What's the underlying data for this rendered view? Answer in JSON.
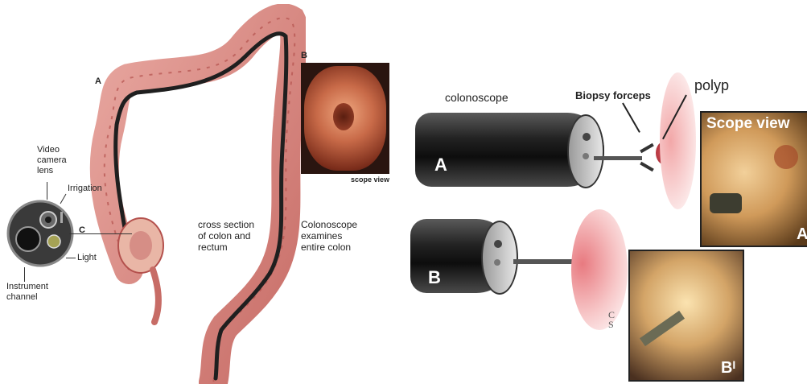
{
  "left_figure": {
    "label_a": "A",
    "label_b": "B",
    "label_c": "C",
    "inset_caption": "scope view",
    "video_camera_lens": [
      "Video",
      "camera",
      "lens"
    ],
    "irrigation": "Irrigation",
    "light": "Light",
    "instrument_channel": [
      "Instrument",
      "channel"
    ],
    "cross_section": [
      "cross section",
      "of colon and",
      "rectum"
    ],
    "colonoscope_examines": [
      "Colonoscope",
      "examines",
      "entire colon"
    ]
  },
  "right_figure": {
    "colonoscope_label": "colonoscope",
    "biopsy_forceps": "Biopsy forceps",
    "polyp": "polyp",
    "scope_view_title": "Scope view",
    "scope_a": "A",
    "scope_b": "B",
    "photo_a": "A",
    "photo_b": "Bᴵ"
  }
}
